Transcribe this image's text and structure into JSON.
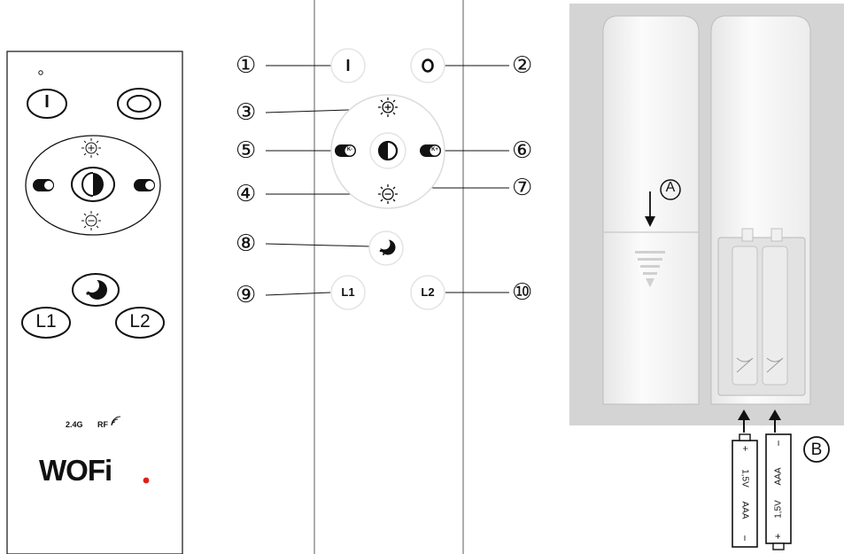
{
  "remote_left": {
    "on_glyph": "I",
    "button_l1": "L1",
    "button_l2": "L2",
    "freq": "2.4G",
    "rf": "RF",
    "brand": "WOFi"
  },
  "remote_middle": {
    "on_glyph": "I",
    "off_glyph": "O",
    "button_l1": "L1",
    "button_l2": "L2",
    "k_minus": "K-",
    "k_plus": "K+",
    "callouts": [
      "①",
      "②",
      "③",
      "④",
      "⑤",
      "⑥",
      "⑦",
      "⑧",
      "⑨",
      "⑩"
    ]
  },
  "battery_photo": {
    "label_a": "A",
    "label_b": "B",
    "battery_left": {
      "plus": "+",
      "voltage": "1,5V",
      "type": "AAA",
      "minus": "−"
    },
    "battery_right": {
      "minus": "−",
      "type": "AAA",
      "voltage": "1,5V",
      "plus": "+"
    }
  },
  "colors": {
    "outline": "#111111",
    "photo_bg": "#d4d4d4",
    "plastic": "#f6f6f6",
    "brand_dot": "#e11d1d"
  },
  "icons": [
    "sun-plus-icon",
    "sun-minus-icon",
    "half-circle-icon",
    "moon-stars-icon",
    "k-minus-toggle-icon",
    "k-plus-toggle-icon",
    "signal-icon",
    "down-arrow-icon"
  ]
}
